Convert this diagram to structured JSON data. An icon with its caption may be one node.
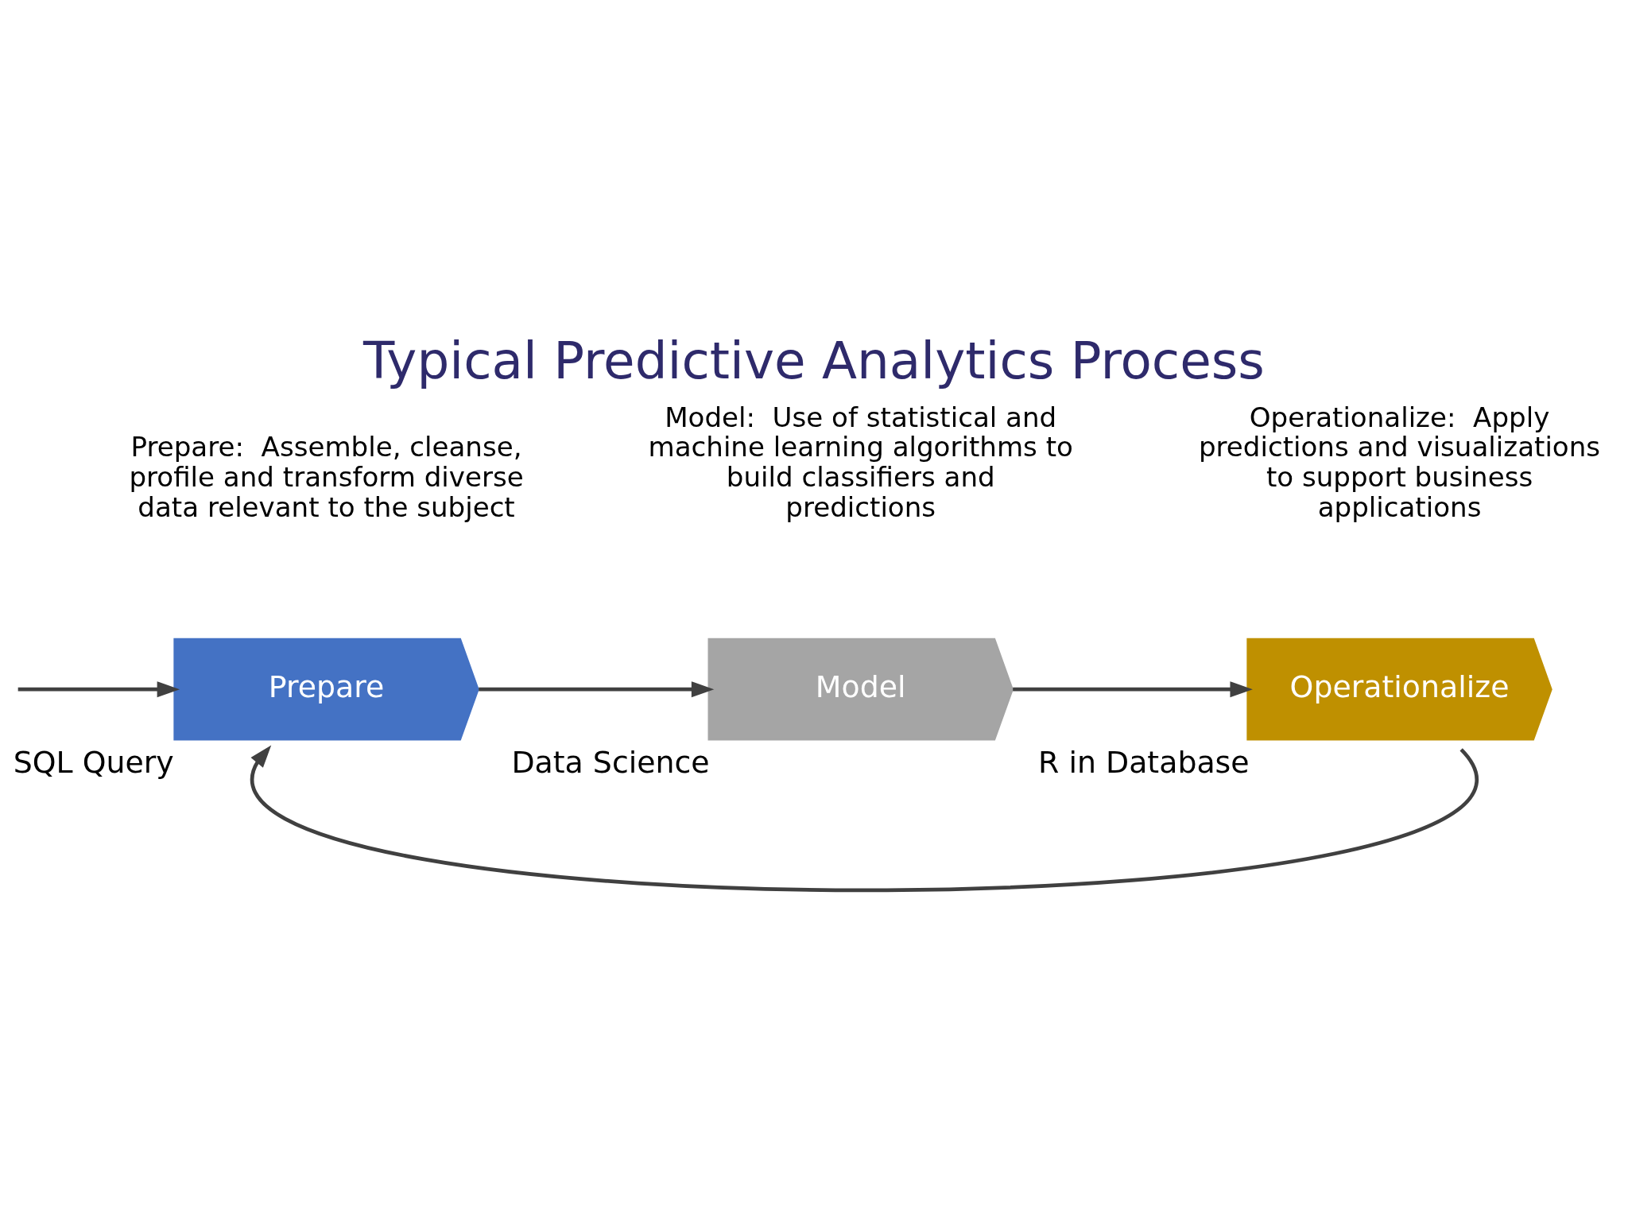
{
  "diagram": {
    "title": "Typical Predictive Analytics Process",
    "nodes": [
      {
        "text": [
          "Prepare"
        ],
        "beside": [
          "SQL Query"
        ]
      },
      {
        "text": [
          "Model"
        ],
        "beside": [
          "Data Science"
        ]
      },
      {
        "text": [
          "Operationalize"
        ],
        "beside": [
          "R in Database"
        ]
      }
    ],
    "edges": [
      {
        "from": null,
        "to": 0,
        "arrow": "to"
      },
      {
        "from": 0,
        "to": 1,
        "arrow": "to"
      },
      {
        "from": 1,
        "to": 2,
        "arrow": "to"
      },
      {
        "from": 2,
        "to": 0,
        "arrow": "to"
      }
    ],
    "labels": [
      "Prepare:  Assemble, cleanse, profile and transform diverse data relevant to the subject",
      "Model:  Use of statistical and machine learning algorithms to build classifiers and predictions",
      "Operationalize:  Apply predictions and visualizations to support business applications"
    ]
  }
}
